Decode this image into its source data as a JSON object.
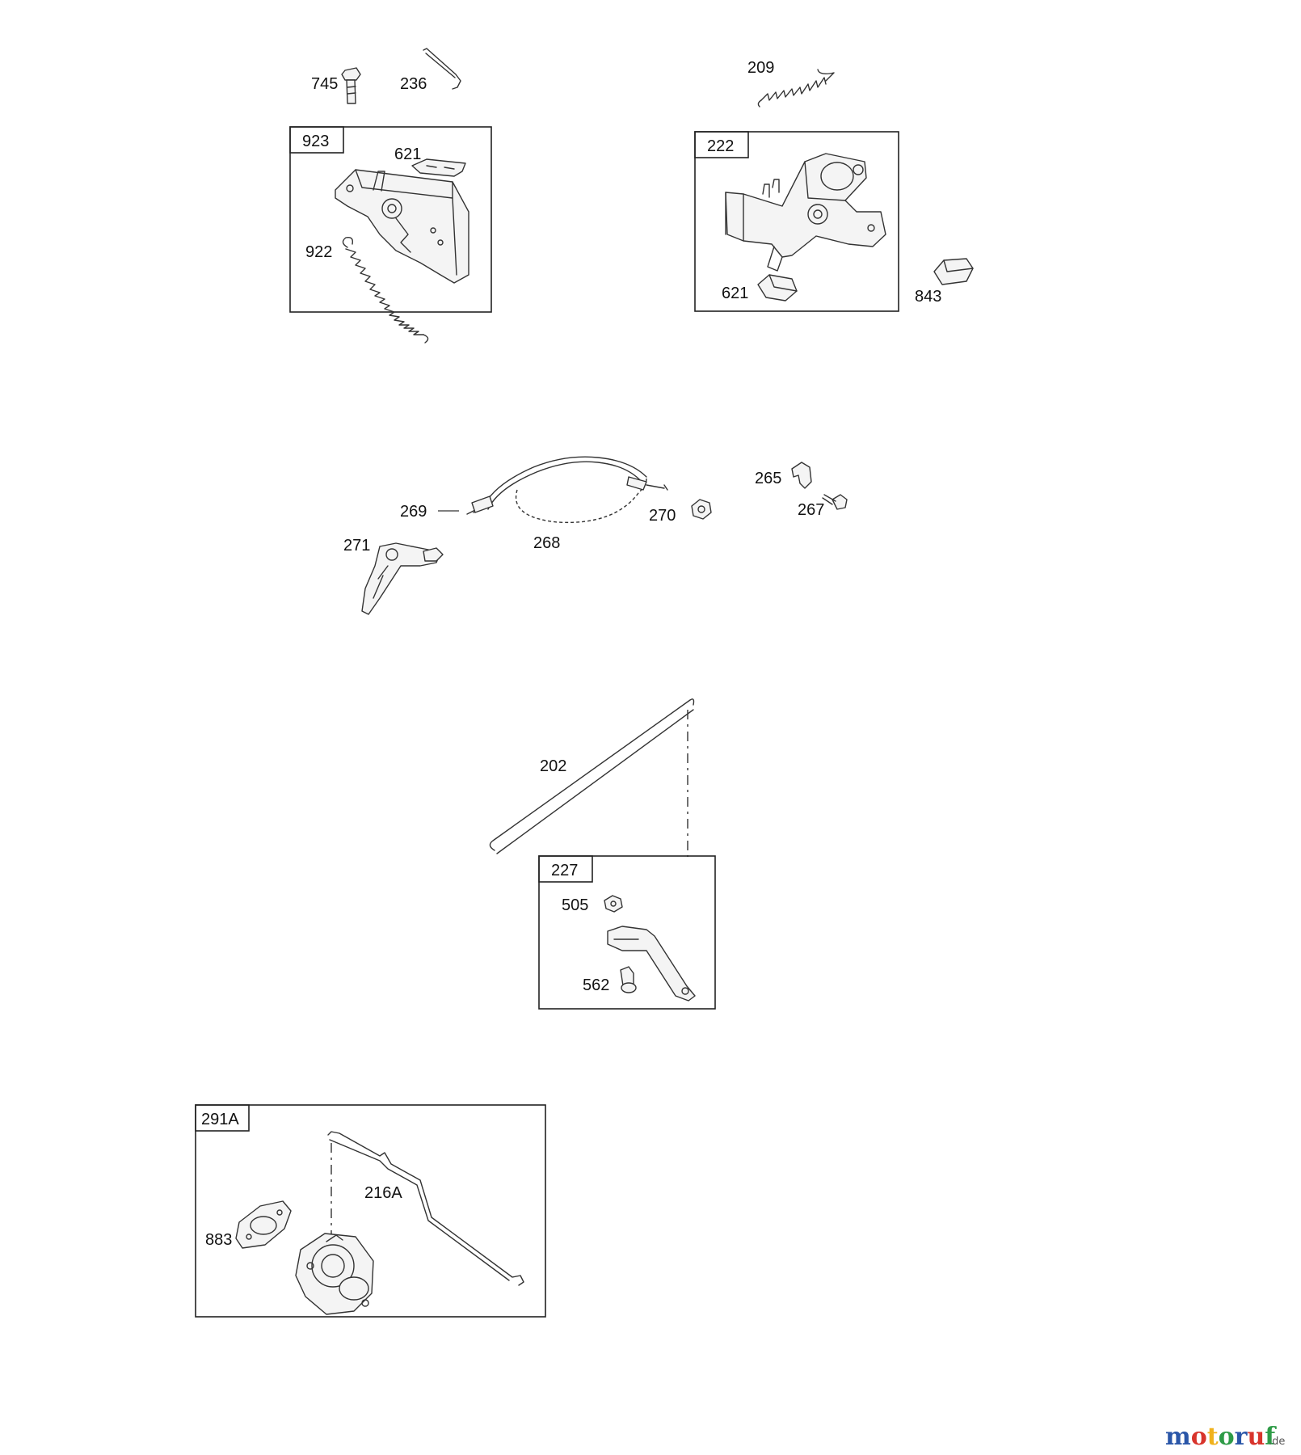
{
  "groups": {
    "g923": "923",
    "g222": "222",
    "g227": "227",
    "g291A": "291A"
  },
  "labels": {
    "p745": "745",
    "p236": "236",
    "p621a": "621",
    "p922": "922",
    "p209": "209",
    "p621b": "621",
    "p843": "843",
    "p265": "265",
    "p267": "267",
    "p269": "269",
    "p270": "270",
    "p268": "268",
    "p271": "271",
    "p202": "202",
    "p505": "505",
    "p562": "562",
    "p216A": "216A",
    "p883": "883"
  },
  "logo": {
    "m": "m",
    "o1": "o",
    "t": "t",
    "o2": "o",
    "r": "r",
    "u": "u",
    "f": "f",
    "tld": ".de",
    "colors": [
      "#2a56a8",
      "#d8342c",
      "#f0b21c",
      "#2e9b47",
      "#2a56a8",
      "#d8342c",
      "#2e9b47"
    ]
  }
}
